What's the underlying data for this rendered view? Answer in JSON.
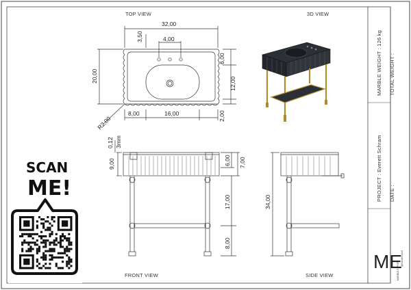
{
  "views": {
    "top": "TOP VIEW",
    "three_d": "3D VIEW",
    "front": "FRONT VIEW",
    "side": "SIDE VIEW"
  },
  "dimensions": {
    "overall_width": "32,00",
    "offset_3_50": "3,50",
    "faucet_spacing": "4,00",
    "depth": "20,00",
    "right_6": "6,00",
    "right_12": "12,00",
    "right_2": "2,00",
    "left_8": "8,00",
    "bowl_16": "16,00",
    "radius": "R2,00",
    "slab_012": "0,12",
    "slab_3mm": "3mm",
    "front_9": "9,00",
    "front_6": "6,00",
    "front_7": "7,00",
    "front_17": "17,00",
    "front_8": "8,00",
    "height_34": "34,00"
  },
  "info": {
    "marble_weight": "MARBLE WEIGHT : 126 kg",
    "total_weight": "TOTAL WEIGHT :",
    "project": "PROJECT : Everett Schram",
    "date": "DATE :"
  },
  "qr": {
    "line1": "SCAN",
    "line2": "ME!"
  },
  "brand": {
    "monogram": "ME",
    "caption": "MARBLE EXPORT",
    "handle": "@marbleexport"
  }
}
